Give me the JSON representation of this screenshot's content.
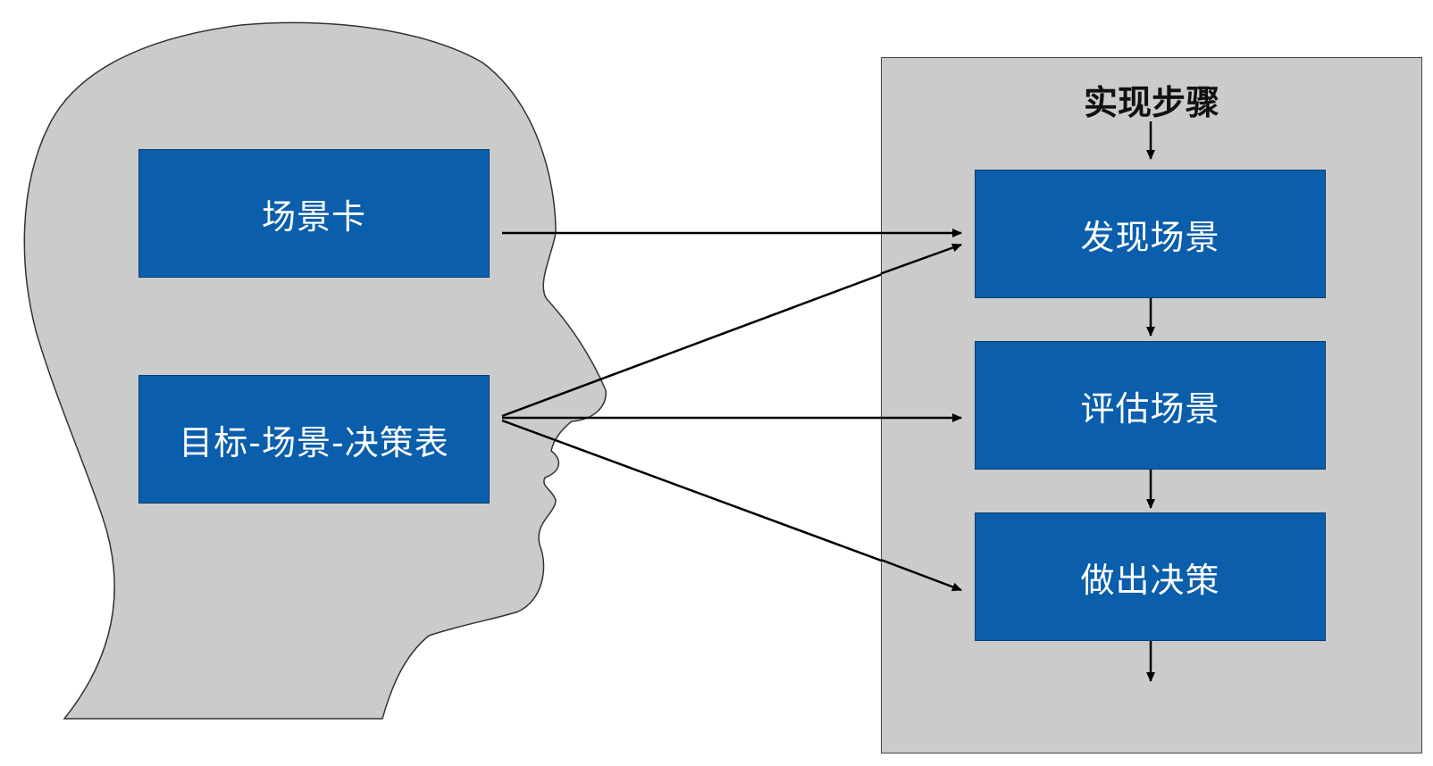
{
  "head": {
    "memory_boxes": [
      {
        "label": "场景卡"
      },
      {
        "label": "目标-场景-决策表"
      }
    ]
  },
  "steps_panel": {
    "title": "实现步骤",
    "steps": [
      {
        "label": "发现场景"
      },
      {
        "label": "评估场景"
      },
      {
        "label": "做出决策"
      }
    ]
  },
  "colors": {
    "box_fill": "#0a5eab",
    "head_fill": "#cbcbcb",
    "panel_fill": "#cbcbcb",
    "arrow": "#000000"
  }
}
